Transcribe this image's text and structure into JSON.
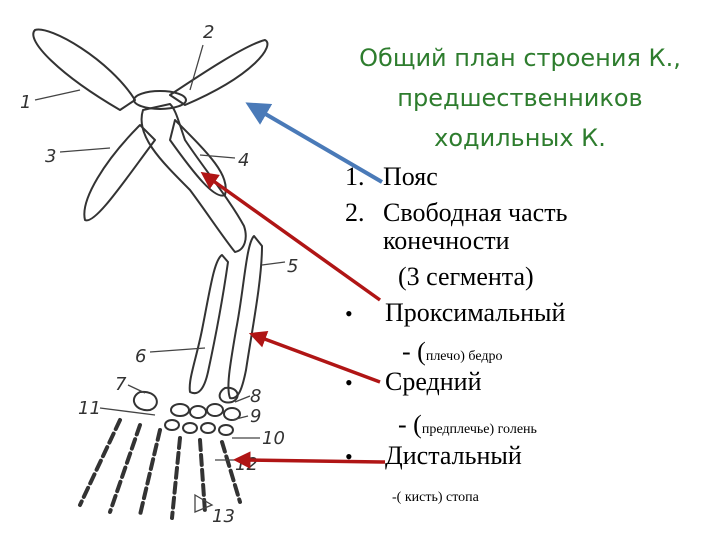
{
  "title": "Общий план строения К., предшественников ходильных К.",
  "list": {
    "n1": "1.",
    "item1": "Пояс",
    "n2": "2.",
    "item2_line1": "Свободная часть",
    "item2_line2": "конечности",
    "item2_line3": "(3 сегмента)"
  },
  "segments": {
    "bullet": "•",
    "s1": "Проксимальный",
    "s1_dash": "- (",
    "s1_detail": "плечо) бедро",
    "s2": "Средний",
    "s2_dash": "- (",
    "s2_detail": "предплечье) голень",
    "s3": "Дистальный",
    "s3_detail": "-( кисть) стопа"
  },
  "figure_labels": [
    "1",
    "2",
    "3",
    "4",
    "5",
    "6",
    "7",
    "8",
    "9",
    "10",
    "11",
    "12",
    "13"
  ],
  "colors": {
    "title": "#2e7d2e",
    "blue_arrow": "#4a7ab8",
    "red_arrow": "#b01515"
  }
}
